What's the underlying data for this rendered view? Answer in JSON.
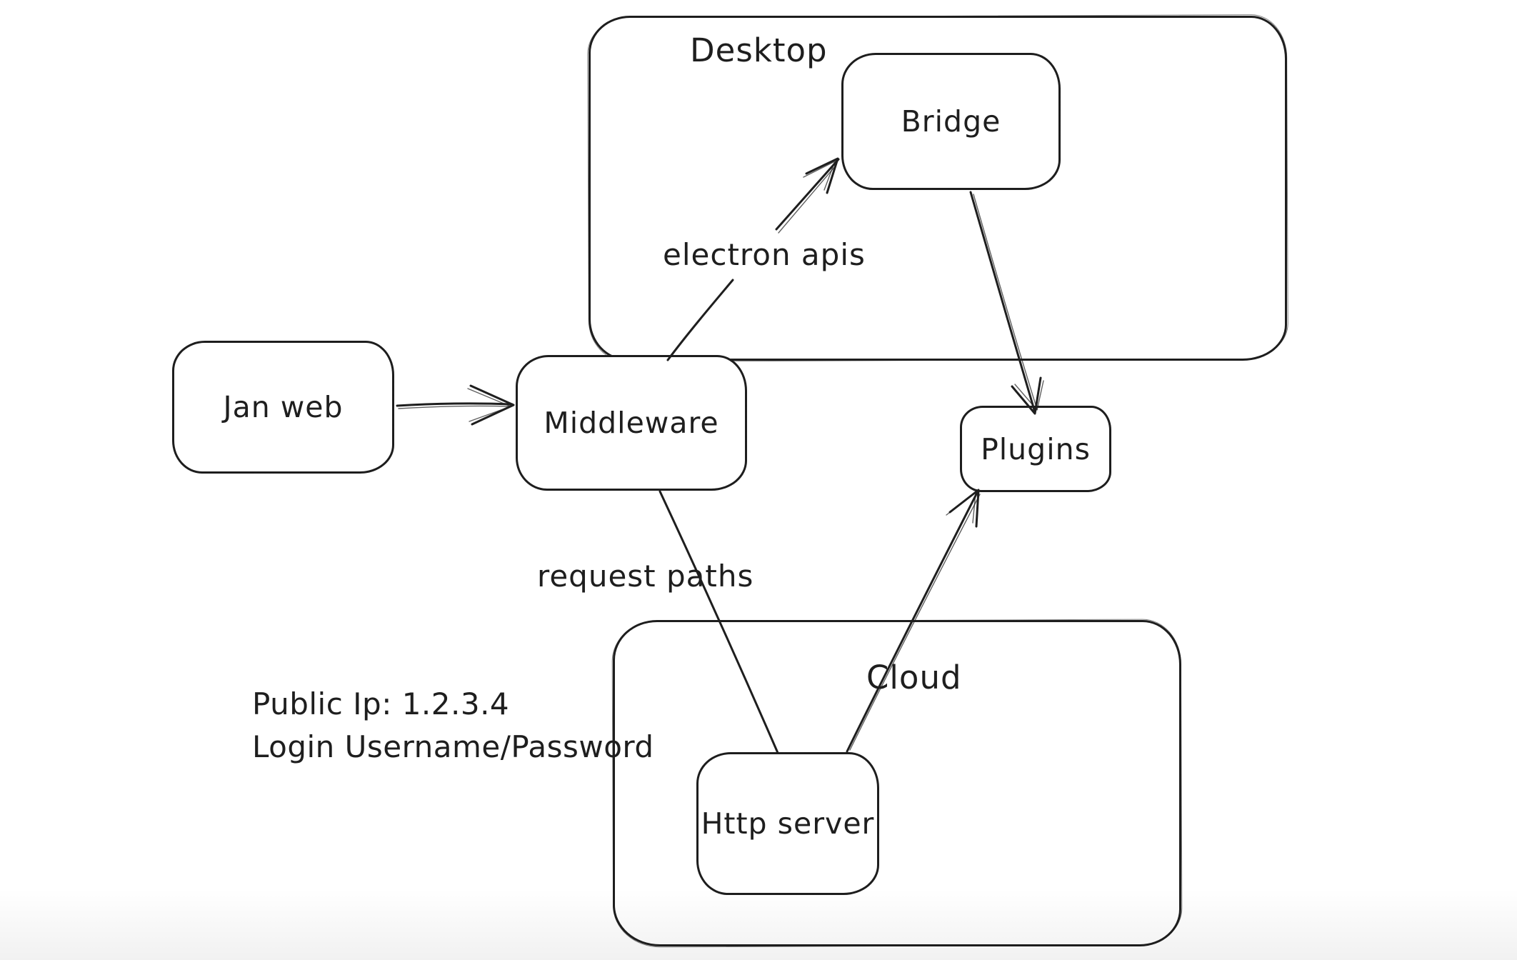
{
  "diagram": {
    "background_color": "#ffffff",
    "stroke_color": "#1e1e1e",
    "containers": {
      "desktop": {
        "label": "Desktop"
      },
      "cloud": {
        "label": "Cloud"
      }
    },
    "nodes": {
      "jan_web": {
        "label": "Jan web"
      },
      "middleware": {
        "label": "Middleware"
      },
      "bridge": {
        "label": "Bridge"
      },
      "plugins": {
        "label": "Plugins"
      },
      "http_server": {
        "label": "Http server"
      }
    },
    "edges": [
      {
        "from": "jan_web",
        "to": "middleware",
        "label": "",
        "arrowhead": true
      },
      {
        "from": "middleware",
        "to": "bridge",
        "label": "electron apis",
        "arrowhead": true
      },
      {
        "from": "bridge",
        "to": "plugins",
        "label": "",
        "arrowhead": true
      },
      {
        "from": "middleware",
        "to": "http_server",
        "label": "request paths",
        "arrowhead": false
      },
      {
        "from": "http_server",
        "to": "plugins",
        "label": "",
        "arrowhead": true
      }
    ],
    "annotations": {
      "public_ip": "Public Ip: 1.2.3.4",
      "login": "Login Username/Password"
    }
  }
}
